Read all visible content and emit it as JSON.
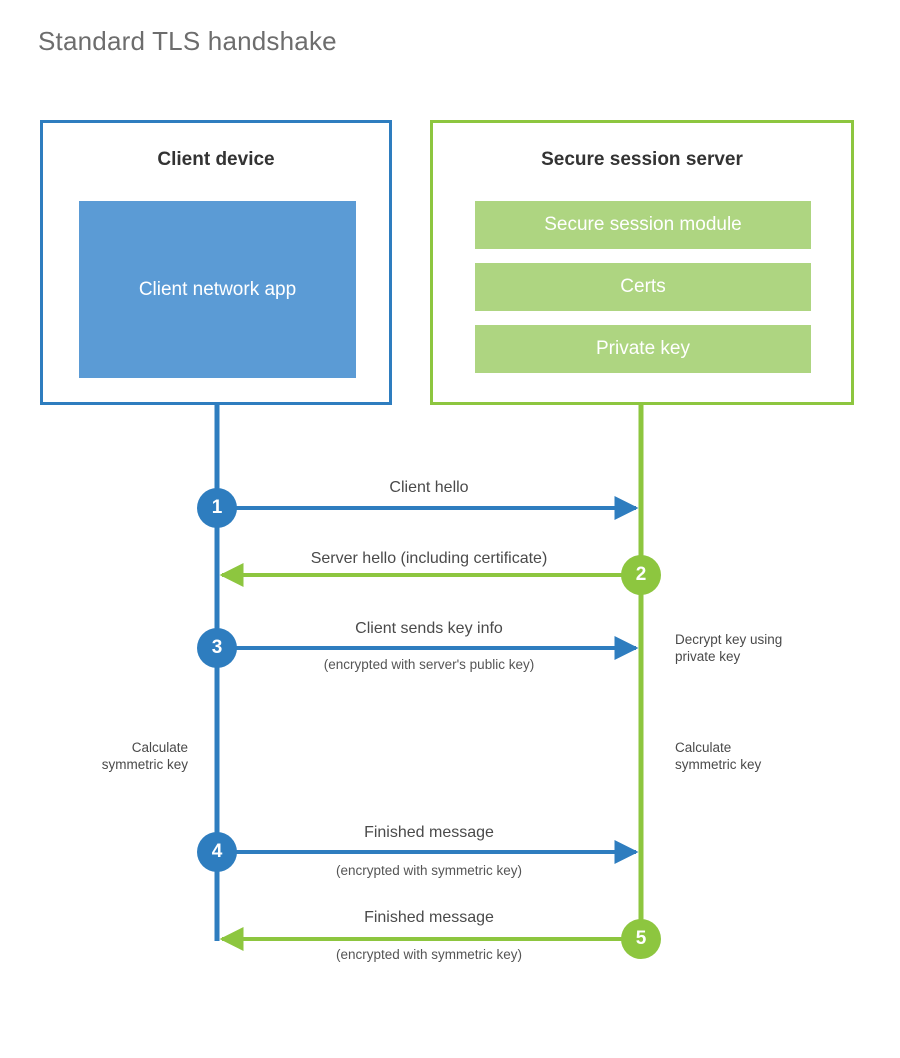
{
  "title": "Standard TLS handshake",
  "colors": {
    "blue_stroke": "#2E7DBF",
    "blue_fill": "#5B9BD5",
    "green_stroke": "#8DC63F",
    "green_fill": "#AED581",
    "title_text": "#6d6d6d",
    "body_text": "#4a4a4a",
    "background": "#ffffff"
  },
  "client_panel": {
    "title": "Client device",
    "app_label": "Client network app"
  },
  "server_panel": {
    "title": "Secure session server",
    "modules": [
      {
        "label": "Secure session module"
      },
      {
        "label": "Certs"
      },
      {
        "label": "Private key"
      }
    ]
  },
  "steps": [
    {
      "number": "1",
      "label": "Client hello",
      "sublabel": "",
      "direction": "client-to-server",
      "color": "blue"
    },
    {
      "number": "2",
      "label": "Server hello (including certificate)",
      "sublabel": "",
      "direction": "server-to-client",
      "color": "green"
    },
    {
      "number": "3",
      "label": "Client sends key info",
      "sublabel": "(encrypted with server's public key)",
      "direction": "client-to-server",
      "color": "blue"
    },
    {
      "number": "4",
      "label": "Finished message",
      "sublabel": "(encrypted with symmetric key)",
      "direction": "client-to-server",
      "color": "blue"
    },
    {
      "number": "5",
      "label": "Finished message",
      "sublabel": "(encrypted with symmetric key)",
      "direction": "server-to-client",
      "color": "green"
    }
  ],
  "notes": {
    "server_decrypt": "Decrypt key using\nprivate key",
    "client_calculate": "Calculate\nsymmetric key",
    "server_calculate": "Calculate\nsymmetric key"
  }
}
